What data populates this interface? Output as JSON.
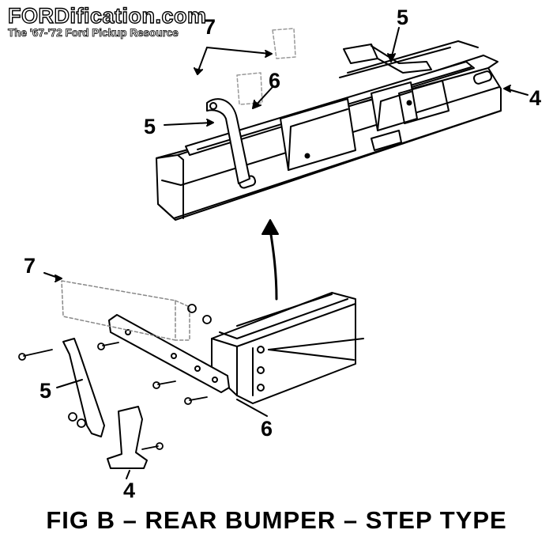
{
  "watermark": {
    "title": "FORDification.com",
    "subtitle": "The '67-'72 Ford Pickup Resource"
  },
  "callouts": {
    "top_7": "7",
    "top_5_right": "5",
    "top_6": "6",
    "top_5_left": "5",
    "top_4": "4",
    "bottom_7": "7",
    "bottom_5": "5",
    "bottom_6": "6",
    "bottom_4": "4"
  },
  "caption": "FIG B – REAR BUMPER – STEP TYPE"
}
